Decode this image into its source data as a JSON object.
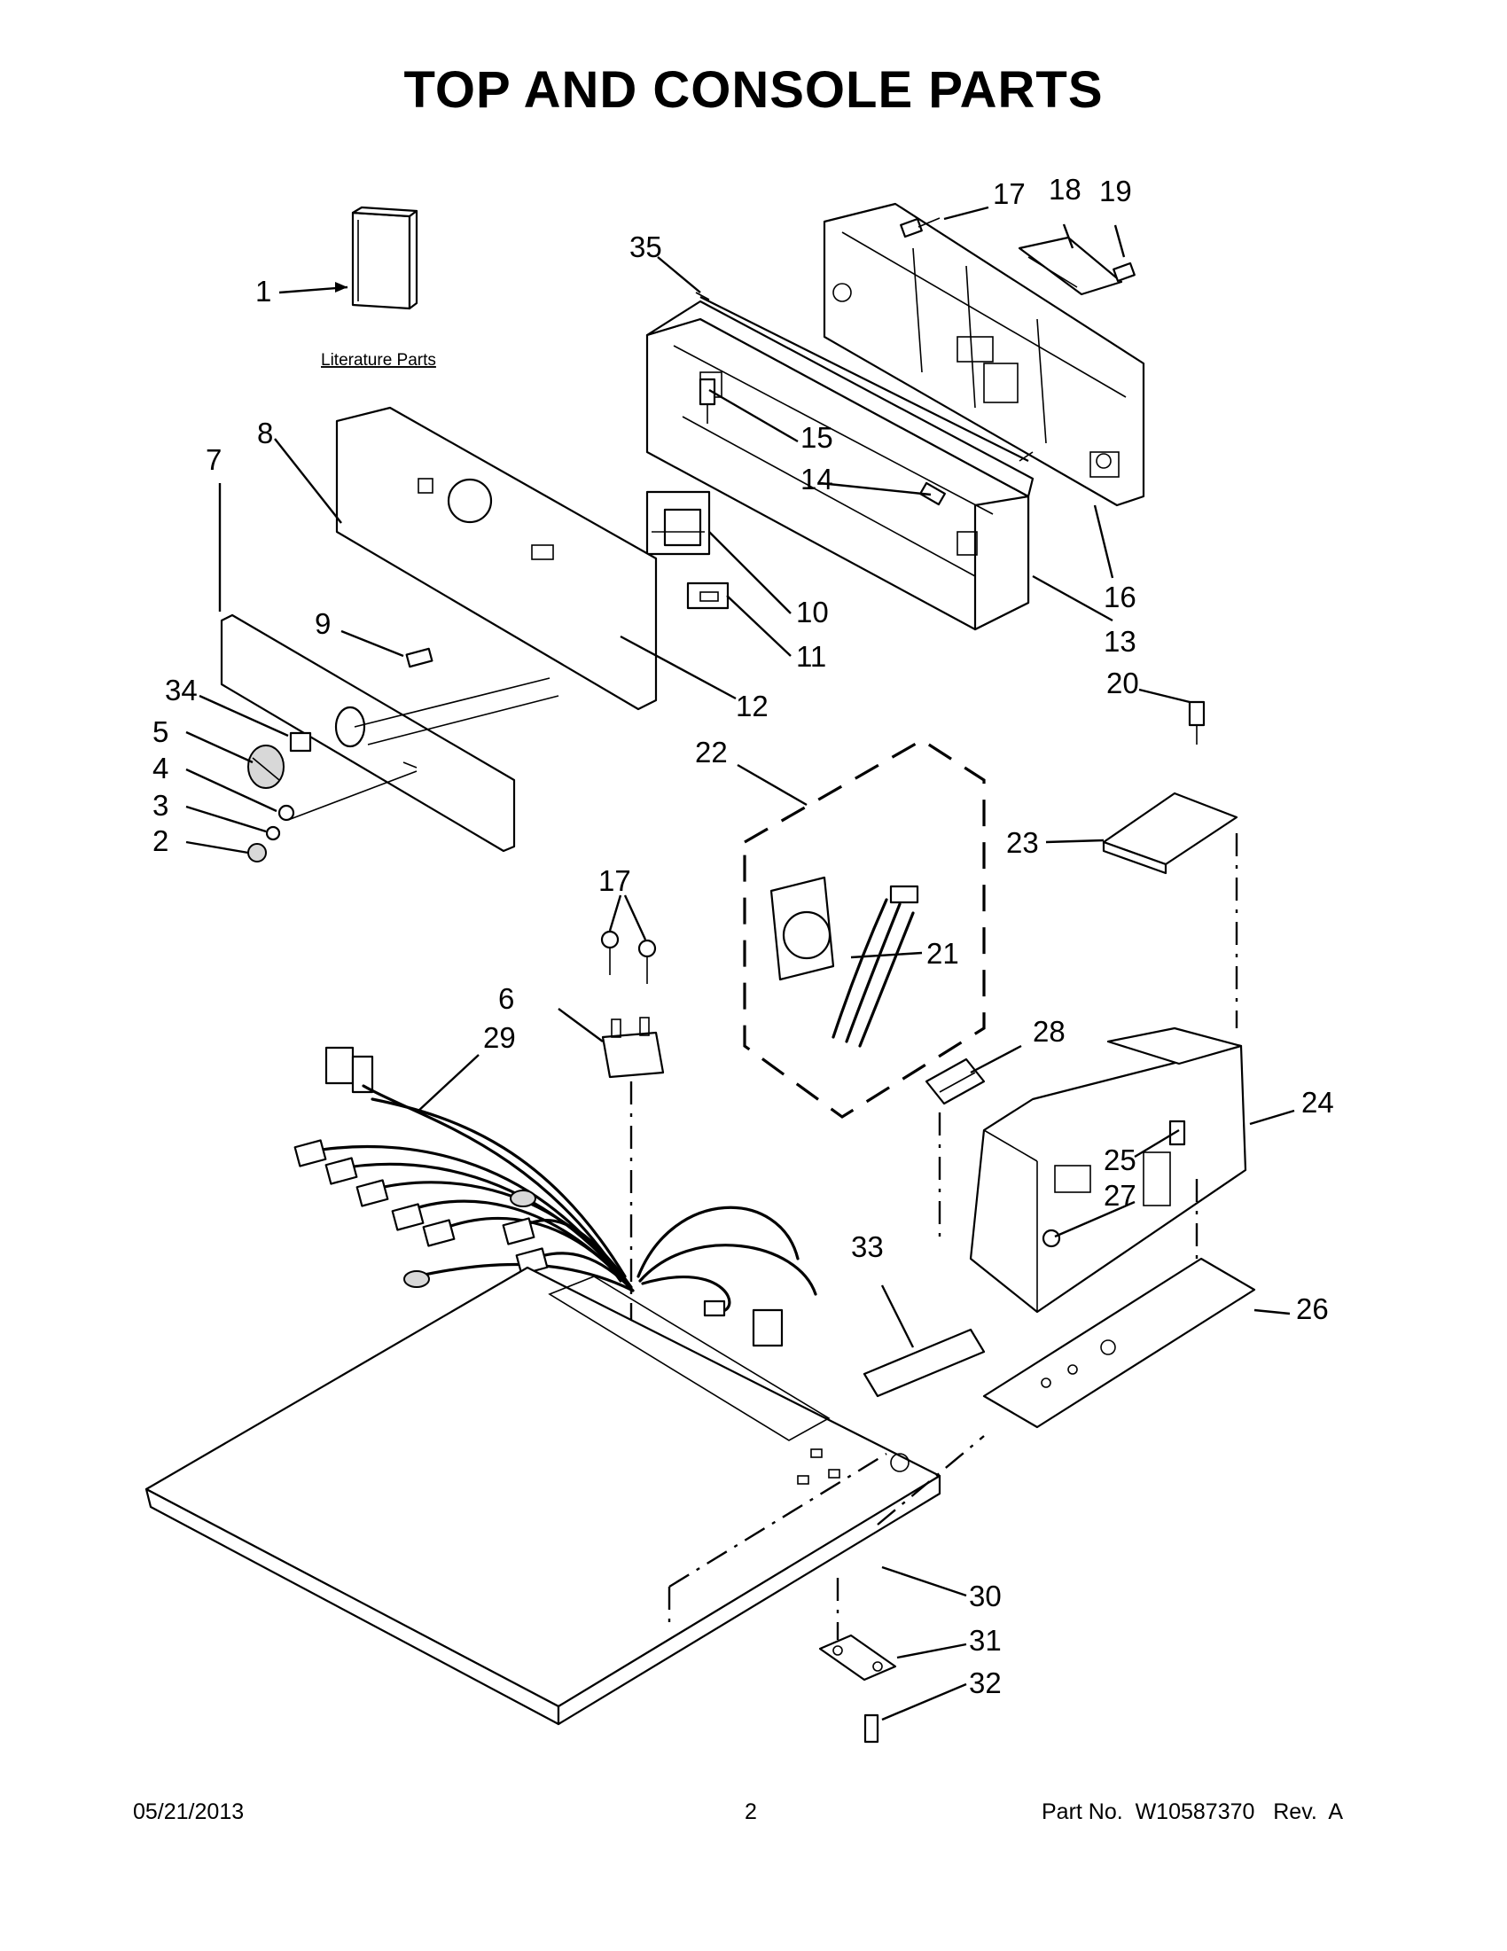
{
  "title": "TOP AND CONSOLE PARTS",
  "literature_label": "Literature Parts",
  "callouts": {
    "c1": "1",
    "c2": "2",
    "c3": "3",
    "c4": "4",
    "c5": "5",
    "c6": "6",
    "c7": "7",
    "c8": "8",
    "c9": "9",
    "c10": "10",
    "c11": "11",
    "c12": "12",
    "c13": "13",
    "c14": "14",
    "c15": "15",
    "c16": "16",
    "c17a": "17",
    "c17b": "17",
    "c18": "18",
    "c19": "19",
    "c20": "20",
    "c21": "21",
    "c22": "22",
    "c23": "23",
    "c24": "24",
    "c25": "25",
    "c26": "26",
    "c27": "27",
    "c28": "28",
    "c29": "29",
    "c30": "30",
    "c31": "31",
    "c32": "32",
    "c33": "33",
    "c34": "34",
    "c35": "35"
  },
  "footer": {
    "date": "05/21/2013",
    "page": "2",
    "part_no": "Part No.  W10587370   Rev.  A"
  }
}
